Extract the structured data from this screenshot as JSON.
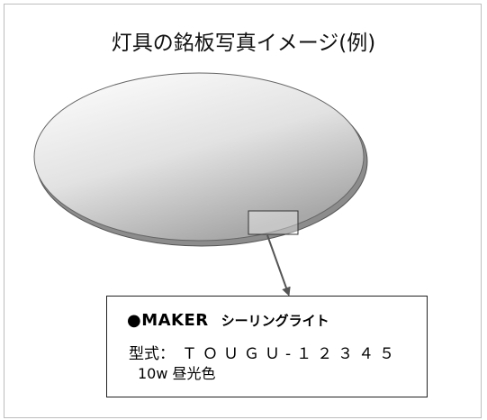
{
  "title": "灯具の銘板写真イメージ(例)",
  "nameplate": {
    "maker": "●MAKER",
    "product_type": "シーリングライト",
    "model_label": "型式：",
    "model_number": "ＴＯＵＧＵ-１２３４５",
    "spec": "10w 昼光色"
  }
}
